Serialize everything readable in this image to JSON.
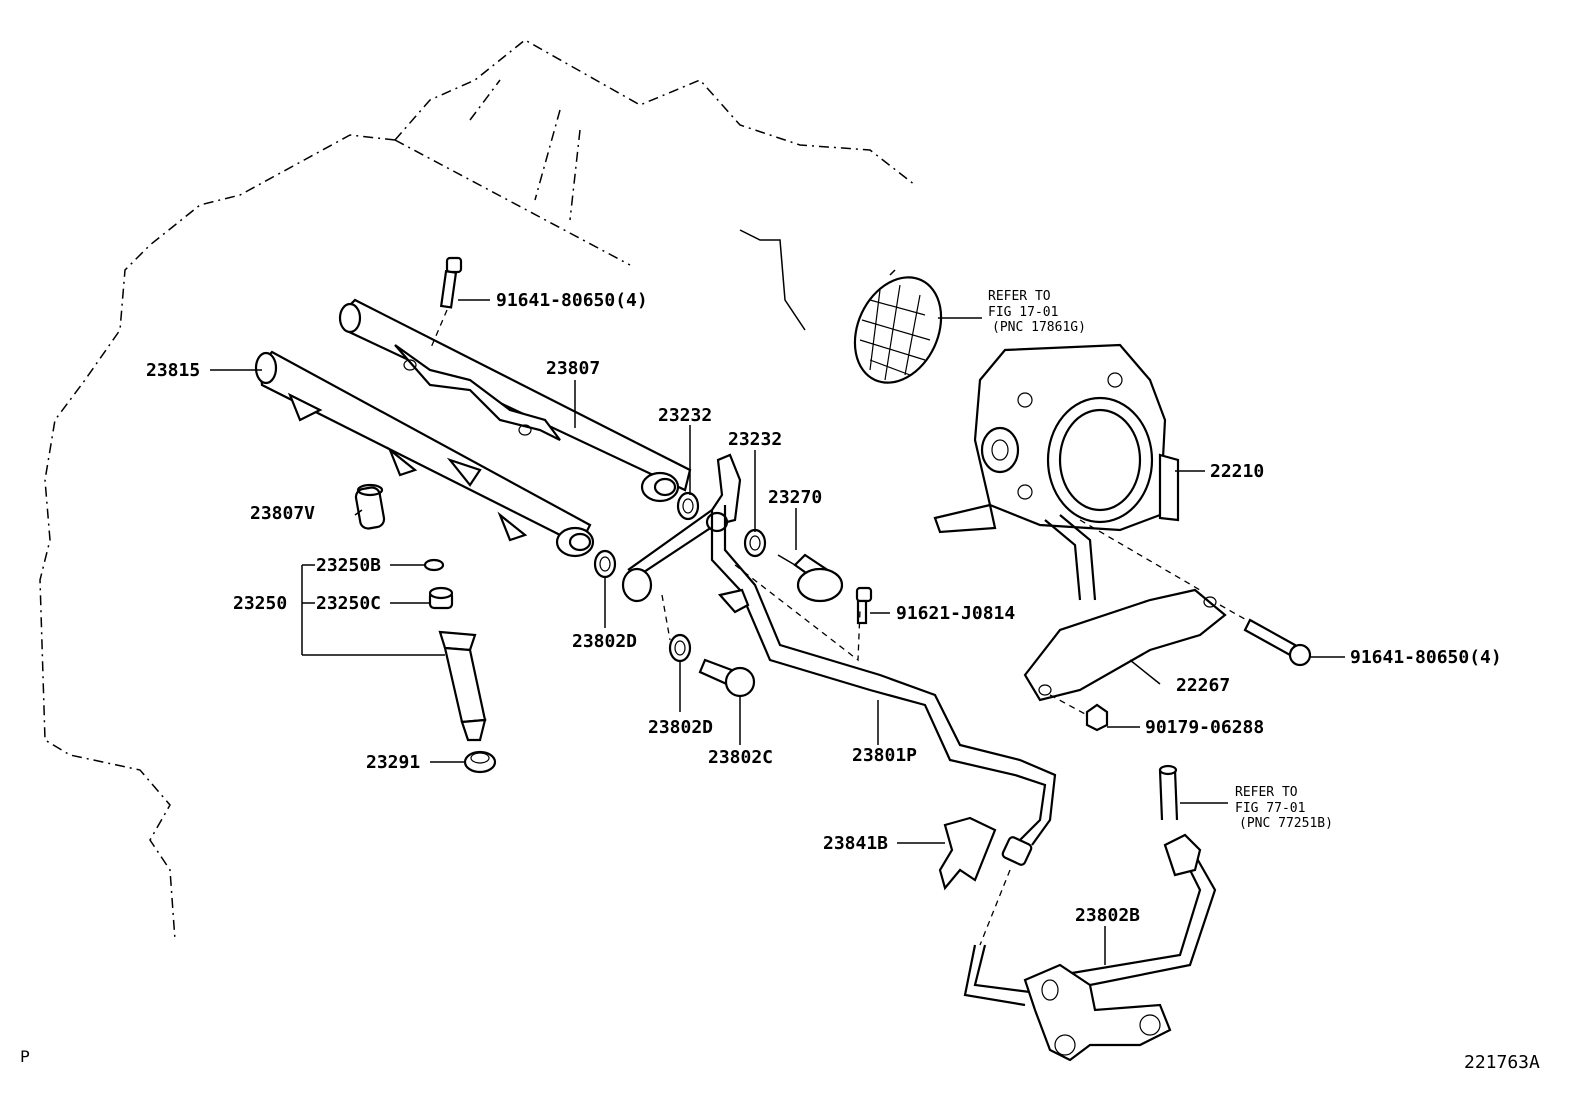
{
  "diagram_id": "221763A",
  "corner_mark": "P",
  "labels": {
    "p91641_top": "91641-80650(4)",
    "p23807": "23807",
    "p23815": "23815",
    "p23232_a": "23232",
    "p23232_b": "23232",
    "p23270": "23270",
    "p23807v": "23807V",
    "p23250b": "23250B",
    "p23250": "23250",
    "p23250c": "23250C",
    "p23802d_a": "23802D",
    "p91621": "91621-J0814",
    "p22210": "22210",
    "p91641_right": "91641-80650(4)",
    "p22267": "22267",
    "p90179": "90179-06288",
    "p23802d_b": "23802D",
    "p23802c": "23802C",
    "p23801p": "23801P",
    "p23291": "23291",
    "p23841b": "23841B",
    "p23802b": "23802B"
  },
  "refer_notes": {
    "fig17": {
      "line1": "REFER TO",
      "line2": "FIG 17-01",
      "line3": "(PNC 17861G)"
    },
    "fig77": {
      "line1": "REFER TO",
      "line2": "FIG 77-01",
      "line3": "(PNC 77251B)"
    }
  }
}
